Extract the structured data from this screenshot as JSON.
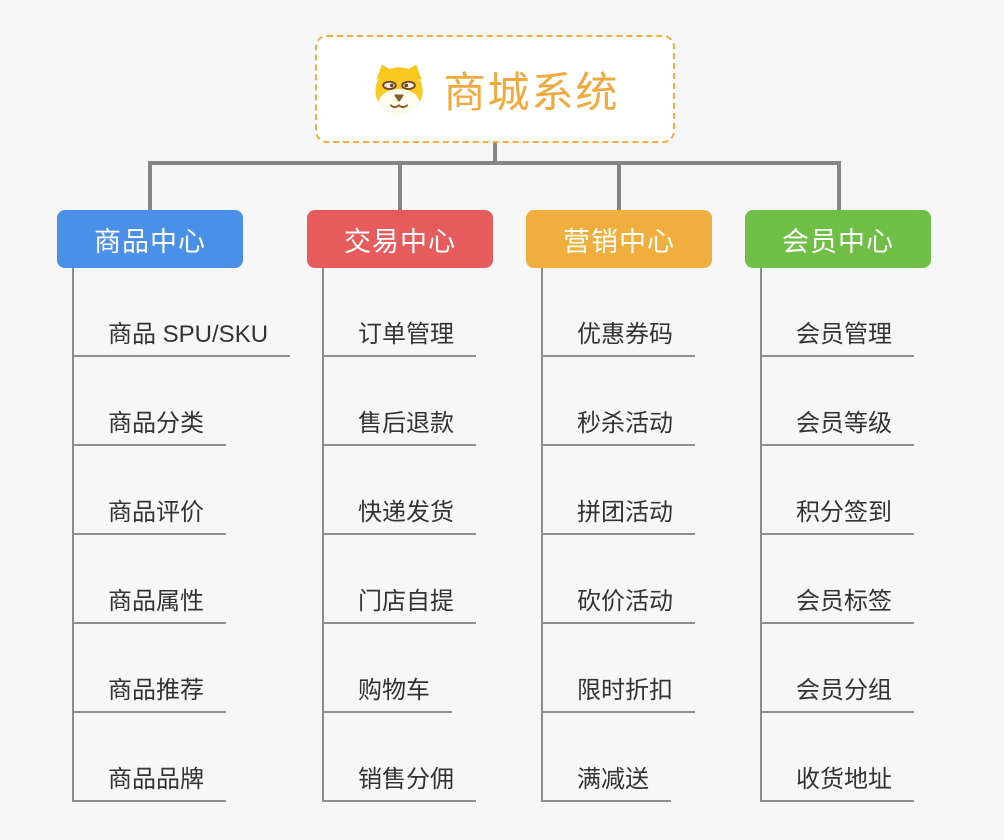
{
  "root": {
    "title": "商城系统",
    "icon": "shiba-dog-icon"
  },
  "branches": [
    {
      "label": "商品中心",
      "color": "#4a8fe8",
      "children": [
        "商品 SPU/SKU",
        "商品分类",
        "商品评价",
        "商品属性",
        "商品推荐",
        "商品品牌"
      ]
    },
    {
      "label": "交易中心",
      "color": "#e65c5c",
      "children": [
        "订单管理",
        "售后退款",
        "快递发货",
        "门店自提",
        "购物车",
        "销售分佣"
      ]
    },
    {
      "label": "营销中心",
      "color": "#efae3e",
      "children": [
        "优惠券码",
        "秒杀活动",
        "拼团活动",
        "砍价活动",
        "限时折扣",
        "满减送"
      ]
    },
    {
      "label": "会员中心",
      "color": "#6fbe45",
      "children": [
        "会员管理",
        "会员等级",
        "积分签到",
        "会员标签",
        "会员分组",
        "收货地址"
      ]
    }
  ],
  "colors": {
    "background": "#f7f7f7",
    "connector": "#858585",
    "underline": "#8f8f8f",
    "leaf_text": "#333333",
    "root_accent": "#f2a93b",
    "root_border": "#f6ab3c"
  }
}
